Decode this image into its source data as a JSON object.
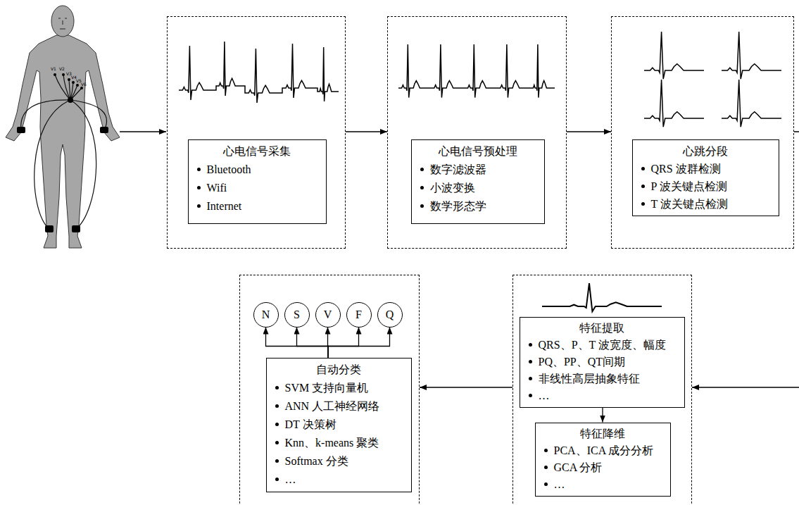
{
  "diagram": {
    "nodes": [
      {
        "text": []
      },
      {
        "text": [
          "心电信号采集",
          "Bluetooth",
          "Wifi",
          "Internet"
        ],
        "in": 0
      },
      {
        "text": []
      },
      {
        "text": [
          "心电信号预处理",
          "数字滤波器",
          "小波变换",
          "数学形态学"
        ],
        "in": 2
      },
      {
        "text": []
      },
      {
        "text": [
          "心跳分段",
          "QRS 波群检测",
          "P 波关键点检测",
          "T 波关键点检测"
        ],
        "in": 4
      },
      {
        "text": []
      },
      {
        "text": [
          "特征提取",
          "QRS、P、T 波宽度、幅度",
          "PQ、PP、QT间期",
          "非线性高层抽象特征",
          "…"
        ],
        "in": 6
      },
      {
        "text": [
          "特征降维",
          "PCA、ICA 成分分析",
          "GCA 分析",
          "…"
        ],
        "in": 6
      },
      {
        "text": []
      },
      {
        "text": [
          "N"
        ],
        "in": 9
      },
      {
        "text": [
          "S"
        ],
        "in": 9
      },
      {
        "text": [
          "V"
        ],
        "in": 9
      },
      {
        "text": [
          "F"
        ],
        "in": 9
      },
      {
        "text": [
          "Q"
        ],
        "in": 9
      },
      {
        "text": [
          "自动分类",
          "SVM 支持向量机",
          "ANN 人工神经网络",
          "DT 决策树",
          "Knn、k-means 聚类",
          "Softmax 分类",
          "…"
        ],
        "in": 9
      }
    ],
    "edges": [
      {
        "from": 0,
        "to": 2,
        "arrow": "to"
      },
      {
        "from": 2,
        "to": 4,
        "arrow": "to"
      },
      {
        "from": 4,
        "to": 6,
        "arrow": "to"
      },
      {
        "from": 7,
        "to": 8,
        "arrow": "to"
      },
      {
        "from": 6,
        "to": 9,
        "arrow": "to"
      },
      {
        "from": 15,
        "to": 10,
        "arrow": "to"
      },
      {
        "from": 15,
        "to": 11,
        "arrow": "to"
      },
      {
        "from": 15,
        "to": 12,
        "arrow": "to"
      },
      {
        "from": 15,
        "to": 13,
        "arrow": "to"
      },
      {
        "from": 15,
        "to": 14,
        "arrow": "to"
      }
    ],
    "labels": [
      "V1",
      "V2",
      "V3",
      "V4",
      "V5",
      "V6"
    ]
  }
}
